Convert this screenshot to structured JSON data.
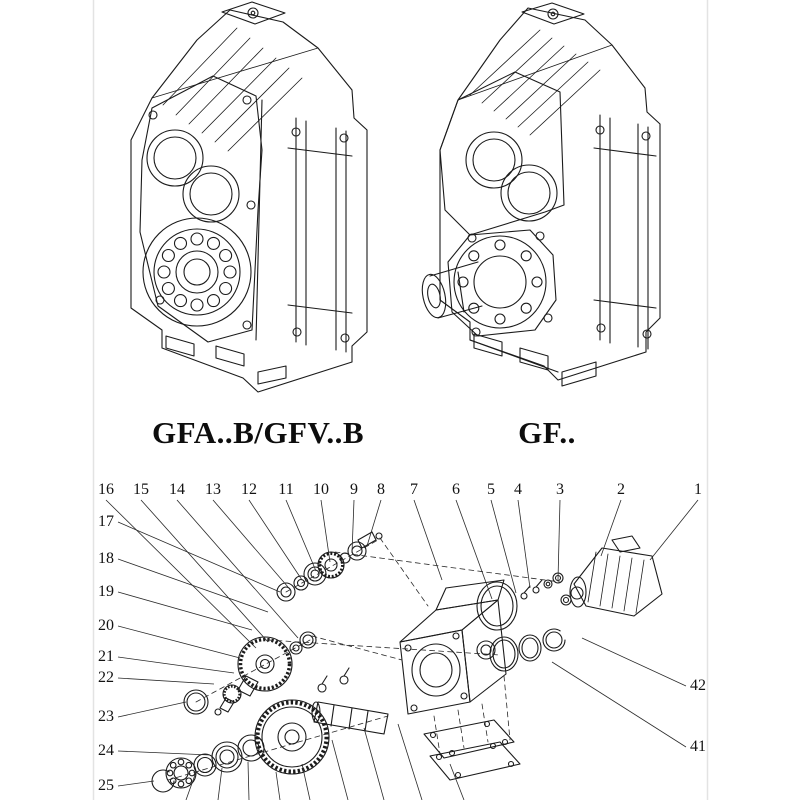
{
  "models": {
    "left": {
      "label": "GFA..B/GFV..B"
    },
    "right": {
      "label": "GF.."
    }
  },
  "exploded_view": {
    "callouts": {
      "top": [
        "16",
        "15",
        "14",
        "13",
        "12",
        "11",
        "10",
        "9",
        "8",
        "7",
        "6",
        "5",
        "4",
        "3",
        "2",
        "1"
      ],
      "left": [
        "17",
        "18",
        "19",
        "20",
        "21",
        "22",
        "23",
        "24",
        "25"
      ],
      "right": [
        "42",
        "41"
      ]
    }
  },
  "style": {
    "line_color": "#1b1b1b",
    "background": "#ffffff"
  }
}
